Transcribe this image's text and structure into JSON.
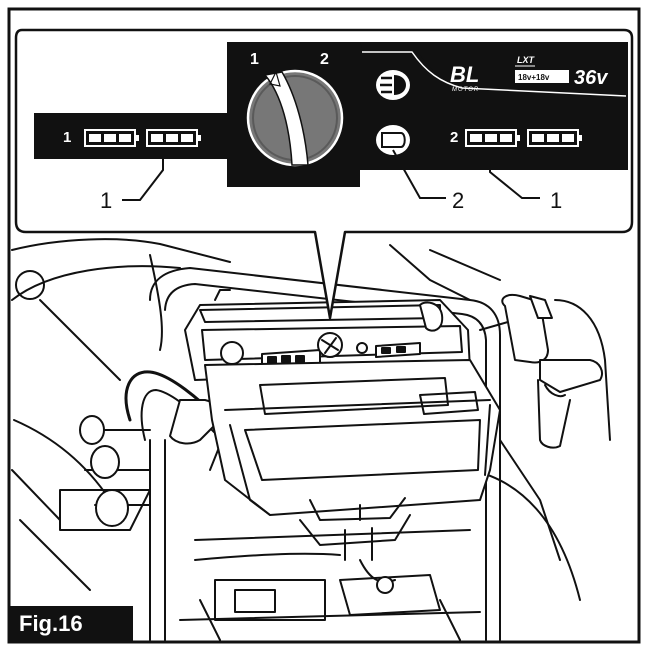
{
  "figure": {
    "label": "Fig.16"
  },
  "panel": {
    "left_battery_number": "1",
    "knob_position_1": "1",
    "knob_position_2": "2",
    "brand_logo_text": "BL",
    "brand_logo_subtext": "MOTOR",
    "lxt_text": "LXT",
    "lxt_battery_text": "18v+18v",
    "voltage_text": "36v",
    "right_battery_number": "2"
  },
  "callouts": {
    "left_battery_callout": "1",
    "light_switch_callout": "2",
    "right_battery_callout": "1"
  },
  "icons": [
    "headlight-icon",
    "light-button-icon",
    "battery-icon",
    "knob-arrow-icon"
  ]
}
